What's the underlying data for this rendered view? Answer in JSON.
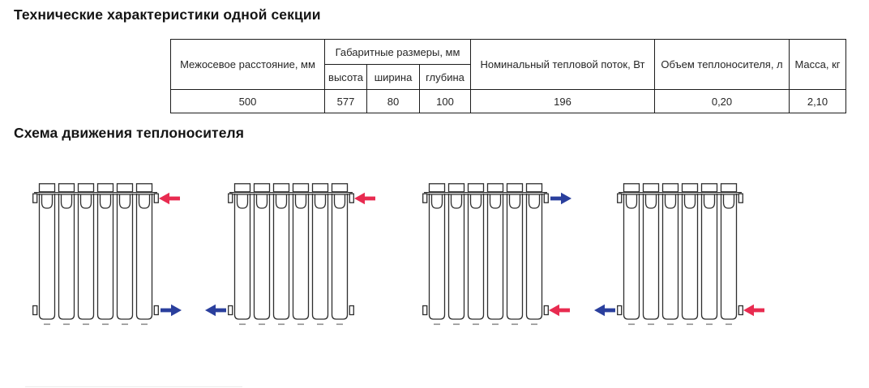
{
  "titles": {
    "specs": "Технические характеристики одной секции",
    "scheme": "Схема движения теплоносителя"
  },
  "table": {
    "headers": {
      "axle_distance": "Межосевое расстояние, мм",
      "dimensions": "Габаритные размеры, мм",
      "height": "высота",
      "width": "ширина",
      "depth": "глубина",
      "heat_flow": "Номинальный тепловой поток, Вт",
      "coolant_volume": "Объем теплоносителя, л",
      "mass": "Масса, кг"
    },
    "values": [
      "500",
      "577",
      "80",
      "100",
      "196",
      "0,20",
      "2,10"
    ]
  },
  "diagram": {
    "radiator_sections": 6,
    "colors": {
      "supply": "#e82b50",
      "return": "#2a3f9d"
    },
    "schemes": [
      {
        "arrows": [
          {
            "flow": "supply",
            "slot": "top-right",
            "dir": "left"
          },
          {
            "flow": "return",
            "slot": "bottom-right",
            "dir": "right"
          }
        ]
      },
      {
        "arrows": [
          {
            "flow": "supply",
            "slot": "top-right",
            "dir": "left"
          },
          {
            "flow": "return",
            "slot": "bottom-left",
            "dir": "left"
          }
        ]
      },
      {
        "arrows": [
          {
            "flow": "return",
            "slot": "top-right",
            "dir": "right"
          },
          {
            "flow": "supply",
            "slot": "bottom-right",
            "dir": "left"
          }
        ]
      },
      {
        "arrows": [
          {
            "flow": "return",
            "slot": "bottom-left",
            "dir": "left"
          },
          {
            "flow": "supply",
            "slot": "bottom-right",
            "dir": "left"
          }
        ]
      }
    ]
  }
}
